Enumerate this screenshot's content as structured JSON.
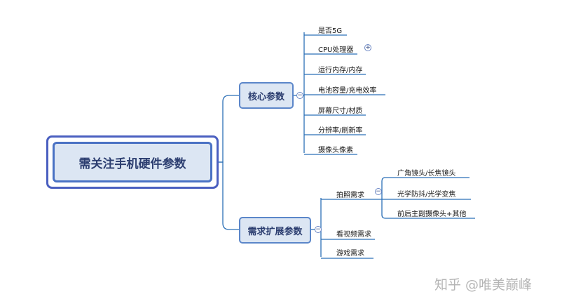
{
  "diagram": {
    "root": "需关注手机硬件参数",
    "core": {
      "label": "核心参数",
      "items": [
        "是否5G",
        "CPU处理器",
        "运行内存/内存",
        "电池容量/充电效率",
        "屏幕尺寸/材质",
        "分辨率/刷新率",
        "摄像头像素"
      ]
    },
    "extended": {
      "label": "需求扩展参数",
      "items": [
        "拍照需求",
        "看视频需求",
        "游戏需求"
      ],
      "photo_sub": [
        "广角镜头/长焦镜头",
        "光学防抖/光学变焦",
        "前后主副摄像头+其他"
      ]
    },
    "toggles": {
      "collapse": "−",
      "expand": "+"
    }
  },
  "watermark": "知乎 @唯美巅峰",
  "colors": {
    "line": "#2b6fb6",
    "node_fill": "#dce6f3",
    "node_border": "#5b86c9",
    "root_outer_border": "#4a5fc0"
  }
}
